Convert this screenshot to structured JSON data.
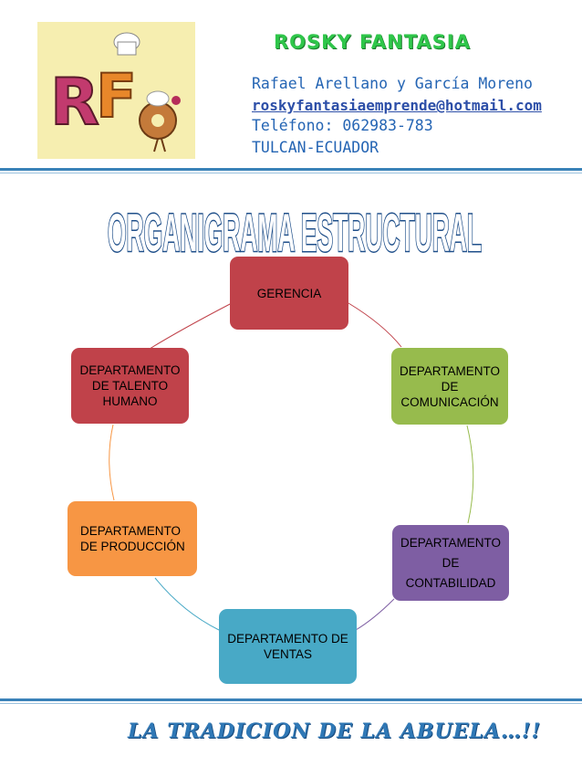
{
  "header": {
    "brand": "ROSKY FANTASIA",
    "name": "Rafael Arellano y García Moreno",
    "email": "roskyfantasiaemprende@hotmail.com",
    "phone": "Teléfono: 062983-783",
    "city": "TULCAN-ECUADOR",
    "logo_text": "RF"
  },
  "title": "ORGANIGRAMA ESTRUCTURAL",
  "org": {
    "nodes": [
      {
        "id": "gerencia",
        "label": "GERENCIA",
        "color": "#c0424a"
      },
      {
        "id": "comunicacion",
        "label": "DEPARTAMENTO\nDE\nCOMUNICACIÓN",
        "color": "#97bb4d"
      },
      {
        "id": "contabilidad",
        "label": "DEPARTAMENTO\nDE\nCONTABILIDAD",
        "color": "#7e5ea3"
      },
      {
        "id": "ventas",
        "label": "DEPARTAMENTO DE\nVENTAS",
        "color": "#48a9c6"
      },
      {
        "id": "produccion",
        "label": "DEPARTAMENTO\nDE PRODUCCIÓN",
        "color": "#f79644"
      },
      {
        "id": "talento",
        "label": "DEPARTAMENTO\nDE TALENTO\nHUMANO",
        "color": "#c0424a"
      }
    ]
  },
  "footer": {
    "slogan": "LA TRADICION DE LA ABUELA…!!"
  }
}
